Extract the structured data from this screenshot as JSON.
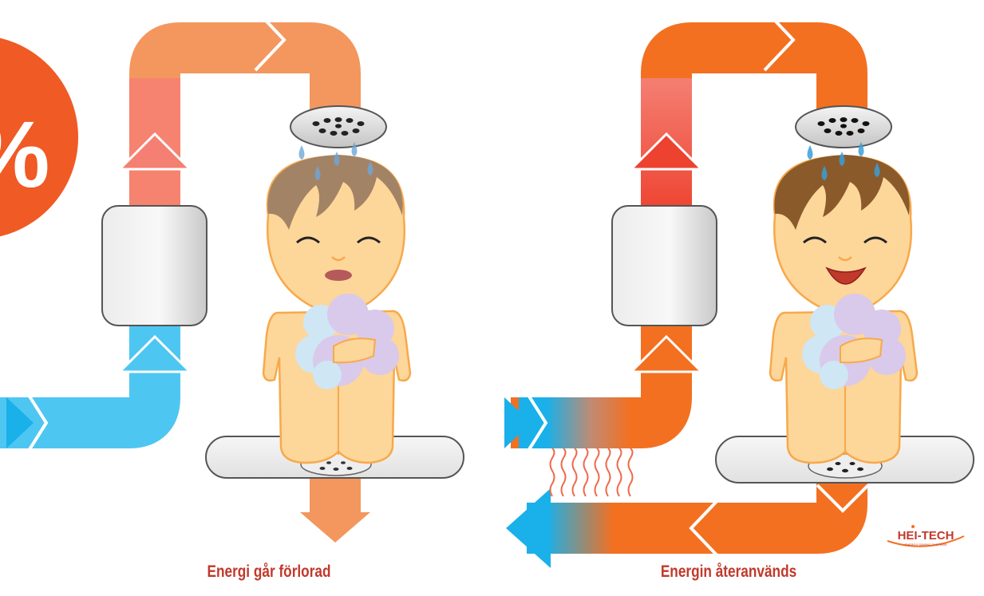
{
  "badge": {
    "text": "%"
  },
  "captions": {
    "left": "Energi går förlorad",
    "right": "Energin återanvänds"
  },
  "logo": {
    "name": "HEI-TECH",
    "tagline": "ENERGY SAVING SYSTEMS"
  },
  "colors": {
    "accent_text": "#c0392b",
    "badge": "#f05a24",
    "cold_pipe": "#4ec6f2",
    "cold_arrow": "#1ab0ea",
    "warm_pipe_light": "#f4975e",
    "warm_pipe_pink": "#f47f72",
    "hot_pipe": "#f37021",
    "hot_red": "#ee4230",
    "skin": "#fdd69a",
    "skin_outline": "#f7a94b",
    "hair_left": "#a38366",
    "hair_right": "#8b5a2b",
    "water_drop": "#6fa7d8",
    "heat_wave": "#ef6a4a"
  }
}
